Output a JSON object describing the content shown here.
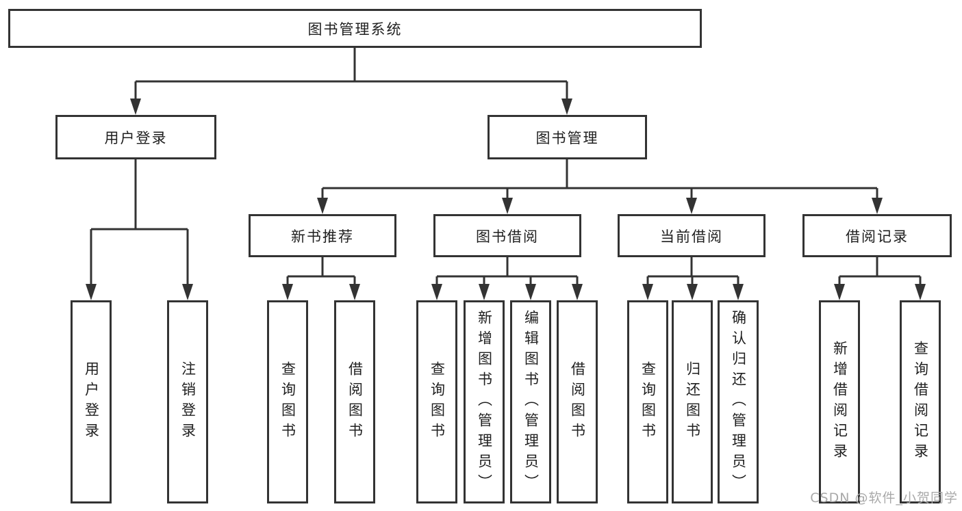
{
  "diagram": {
    "watermark": "CSDN @软件_小贺同学",
    "colors": {
      "line": "#333333",
      "text": "#1f1f1f",
      "background": "#ffffff",
      "box_background": "#ffffff",
      "watermark": "#a9a9a9"
    },
    "tree": {
      "root": {
        "label": "图书管理系统"
      },
      "branches": [
        {
          "label": "用户登录",
          "children": [
            {
              "label": "用户登录"
            },
            {
              "label": "注销登录"
            }
          ]
        },
        {
          "label": "图书管理",
          "children": [
            {
              "label": "新书推荐",
              "children": [
                {
                  "label": "查询图书"
                },
                {
                  "label": "借阅图书"
                }
              ]
            },
            {
              "label": "图书借阅",
              "children": [
                {
                  "label": "查询图书"
                },
                {
                  "label": "新增图书（管理员）"
                },
                {
                  "label": "编辑图书（管理员）"
                },
                {
                  "label": "借阅图书"
                }
              ]
            },
            {
              "label": "当前借阅",
              "children": [
                {
                  "label": "查询图书"
                },
                {
                  "label": "归还图书"
                },
                {
                  "label": "确认归还（管理员）"
                }
              ]
            },
            {
              "label": "借阅记录",
              "children": [
                {
                  "label": "新增借阅记录"
                },
                {
                  "label": "查询借阅记录"
                }
              ]
            }
          ]
        }
      ]
    }
  }
}
